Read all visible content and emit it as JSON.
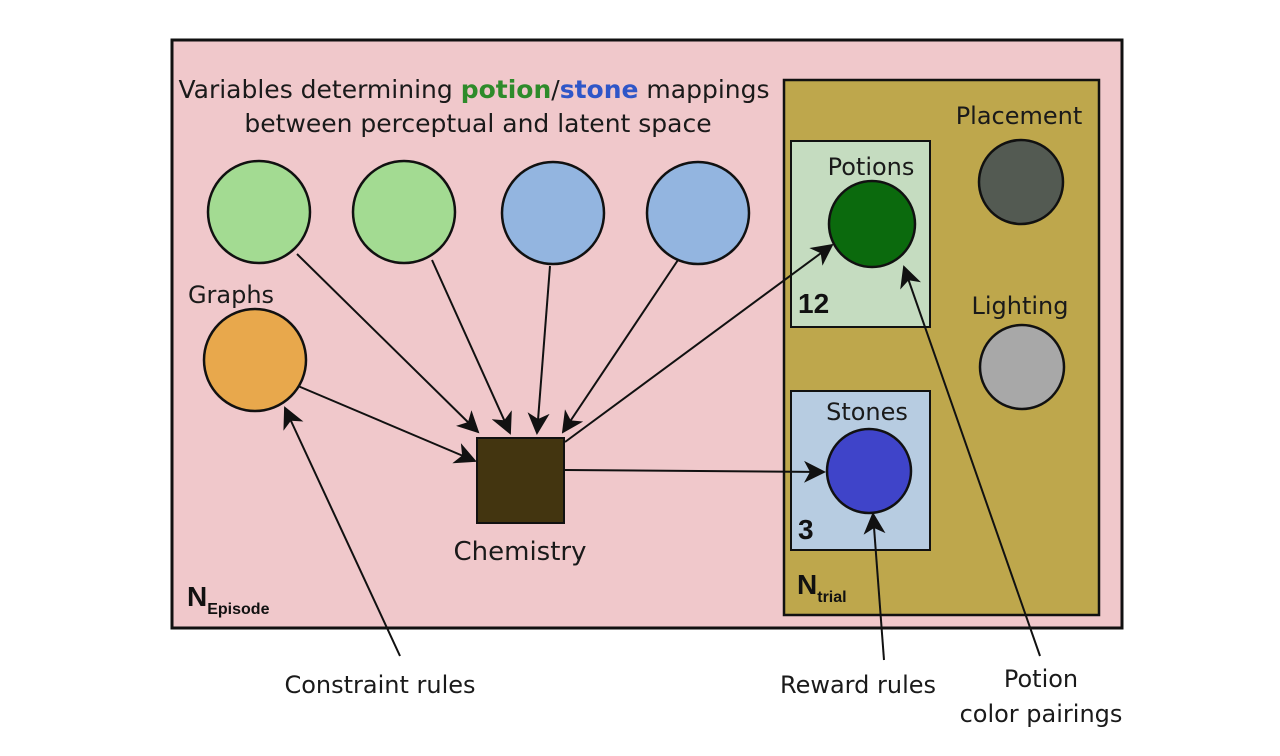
{
  "title": {
    "line1_prefix": "Variables determining ",
    "line1_potion": "potion",
    "line1_slash": "/",
    "line1_stone": "stone",
    "line1_suffix": " mappings",
    "line2": "between perceptual and latent space"
  },
  "episode_plate": {
    "label_main": "N",
    "label_sub": "Episode"
  },
  "trial_plate": {
    "label_main": "N",
    "label_sub": "trial"
  },
  "nodes": {
    "graphs": "Graphs",
    "chemistry": "Chemistry",
    "placement": "Placement",
    "lighting": "Lighting"
  },
  "potions_box": {
    "title": "Potions",
    "count": "12"
  },
  "stones_box": {
    "title": "Stones",
    "count": "3"
  },
  "annotations": {
    "constraint": "Constraint rules",
    "reward": "Reward rules",
    "pairings_line1": "Potion",
    "pairings_line2": "color pairings"
  },
  "colors": {
    "episode_bg": "#f0c8cb",
    "trial_bg": "#bea74c",
    "green_node": "#a3db92",
    "blue_node": "#93b5e0",
    "graphs_node": "#e8a84c",
    "chemistry_node": "#433510",
    "potion_box": "#c5dcc0",
    "potion_node": "#0b6a0d",
    "stone_box": "#b7cce1",
    "stone_node": "#3f44c9",
    "placement_node": "#535a52",
    "lighting_node": "#a8a8a8",
    "potion_text": "#2e8b2a",
    "stone_text": "#2f56c8"
  }
}
